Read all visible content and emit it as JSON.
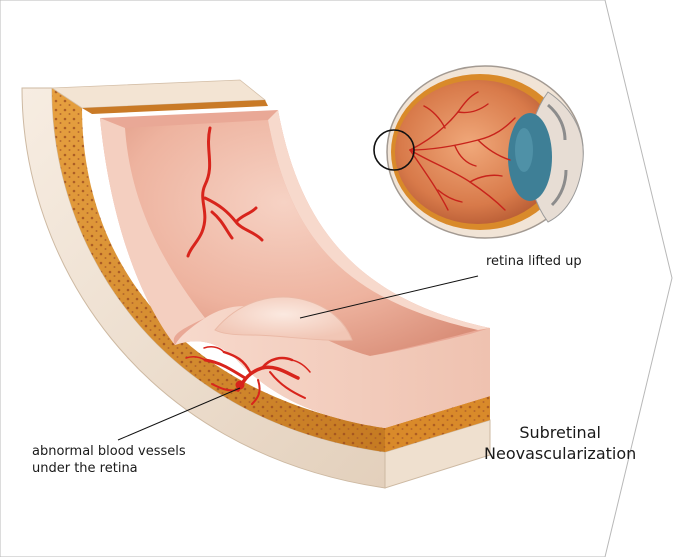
{
  "labels": {
    "retina_lifted": "retina lifted up",
    "vessels_line1": "abnormal blood vessels",
    "vessels_line2": "under the retina",
    "title_line1": "Subretinal",
    "title_line2": "Neovascularization"
  },
  "colors": {
    "tissue_pink": "#f2c2b2",
    "retina_surface": "#f0b9a6",
    "cream_layer": "#f3e6d6",
    "choroid_orange": "#d98a2a",
    "dot_brown": "#9a4a1f",
    "vessel_red": "#d8241c",
    "iris_teal": "#3e7f96",
    "outline_gray": "#9a9a9a"
  }
}
